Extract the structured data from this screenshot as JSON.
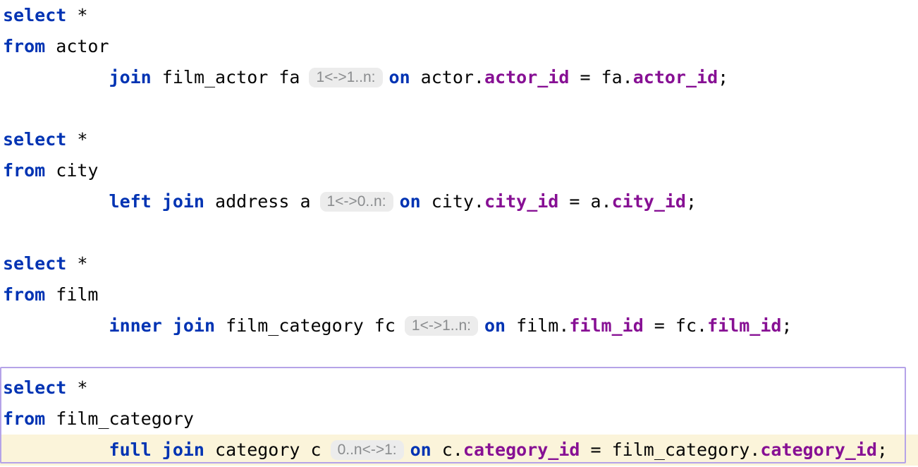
{
  "editor": {
    "colors": {
      "background": "#ffffff",
      "keyword": "#0033b3",
      "text": "#060606",
      "column": "#871094",
      "hint_bg": "#ececec",
      "hint_text": "#8a8c8e",
      "current_line_bg": "#fbf4da",
      "selection_border": "#b5a3e8"
    },
    "statements": [
      {
        "selected": false,
        "lines": [
          {
            "highlighted": false,
            "tokens": [
              {
                "t": "kw",
                "v": "select"
              },
              {
                "t": "plain",
                "v": " *"
              }
            ]
          },
          {
            "highlighted": false,
            "tokens": [
              {
                "t": "kw",
                "v": "from"
              },
              {
                "t": "plain",
                "v": " actor"
              }
            ]
          },
          {
            "highlighted": false,
            "tokens": [
              {
                "t": "plain",
                "v": "          "
              },
              {
                "t": "kw",
                "v": "join"
              },
              {
                "t": "plain",
                "v": " film_actor fa"
              },
              {
                "t": "hint",
                "v": "1<->1..n:"
              },
              {
                "t": "kw",
                "v": "on"
              },
              {
                "t": "plain",
                "v": " actor."
              },
              {
                "t": "col",
                "v": "actor_id"
              },
              {
                "t": "plain",
                "v": " = fa."
              },
              {
                "t": "col",
                "v": "actor_id"
              },
              {
                "t": "plain",
                "v": ";"
              }
            ]
          }
        ]
      },
      {
        "selected": false,
        "lines": [
          {
            "highlighted": false,
            "tokens": [
              {
                "t": "kw",
                "v": "select"
              },
              {
                "t": "plain",
                "v": " *"
              }
            ]
          },
          {
            "highlighted": false,
            "tokens": [
              {
                "t": "kw",
                "v": "from"
              },
              {
                "t": "plain",
                "v": " city"
              }
            ]
          },
          {
            "highlighted": false,
            "tokens": [
              {
                "t": "plain",
                "v": "          "
              },
              {
                "t": "kw",
                "v": "left join"
              },
              {
                "t": "plain",
                "v": " address a"
              },
              {
                "t": "hint",
                "v": "1<->0..n:"
              },
              {
                "t": "kw",
                "v": "on"
              },
              {
                "t": "plain",
                "v": " city."
              },
              {
                "t": "col",
                "v": "city_id"
              },
              {
                "t": "plain",
                "v": " = a."
              },
              {
                "t": "col",
                "v": "city_id"
              },
              {
                "t": "plain",
                "v": ";"
              }
            ]
          }
        ]
      },
      {
        "selected": false,
        "lines": [
          {
            "highlighted": false,
            "tokens": [
              {
                "t": "kw",
                "v": "select"
              },
              {
                "t": "plain",
                "v": " *"
              }
            ]
          },
          {
            "highlighted": false,
            "tokens": [
              {
                "t": "kw",
                "v": "from"
              },
              {
                "t": "plain",
                "v": " film"
              }
            ]
          },
          {
            "highlighted": false,
            "tokens": [
              {
                "t": "plain",
                "v": "          "
              },
              {
                "t": "kw",
                "v": "inner join"
              },
              {
                "t": "plain",
                "v": " film_category fc"
              },
              {
                "t": "hint",
                "v": "1<->1..n:"
              },
              {
                "t": "kw",
                "v": "on"
              },
              {
                "t": "plain",
                "v": " film."
              },
              {
                "t": "col",
                "v": "film_id"
              },
              {
                "t": "plain",
                "v": " = fc."
              },
              {
                "t": "col",
                "v": "film_id"
              },
              {
                "t": "plain",
                "v": ";"
              }
            ]
          }
        ]
      },
      {
        "selected": true,
        "lines": [
          {
            "highlighted": false,
            "tokens": [
              {
                "t": "kw",
                "v": "select"
              },
              {
                "t": "plain",
                "v": " *"
              }
            ]
          },
          {
            "highlighted": false,
            "tokens": [
              {
                "t": "kw",
                "v": "from"
              },
              {
                "t": "plain",
                "v": " film_category"
              }
            ]
          },
          {
            "highlighted": true,
            "tokens": [
              {
                "t": "plain",
                "v": "          "
              },
              {
                "t": "kw",
                "v": "full join"
              },
              {
                "t": "plain",
                "v": " category c"
              },
              {
                "t": "hint",
                "v": "0..n<->1:"
              },
              {
                "t": "kw",
                "v": "on"
              },
              {
                "t": "plain",
                "v": " c."
              },
              {
                "t": "col",
                "v": "category_id"
              },
              {
                "t": "plain",
                "v": " = film_category."
              },
              {
                "t": "col",
                "v": "category_id"
              },
              {
                "t": "plain",
                "v": ";"
              }
            ]
          }
        ]
      }
    ]
  }
}
